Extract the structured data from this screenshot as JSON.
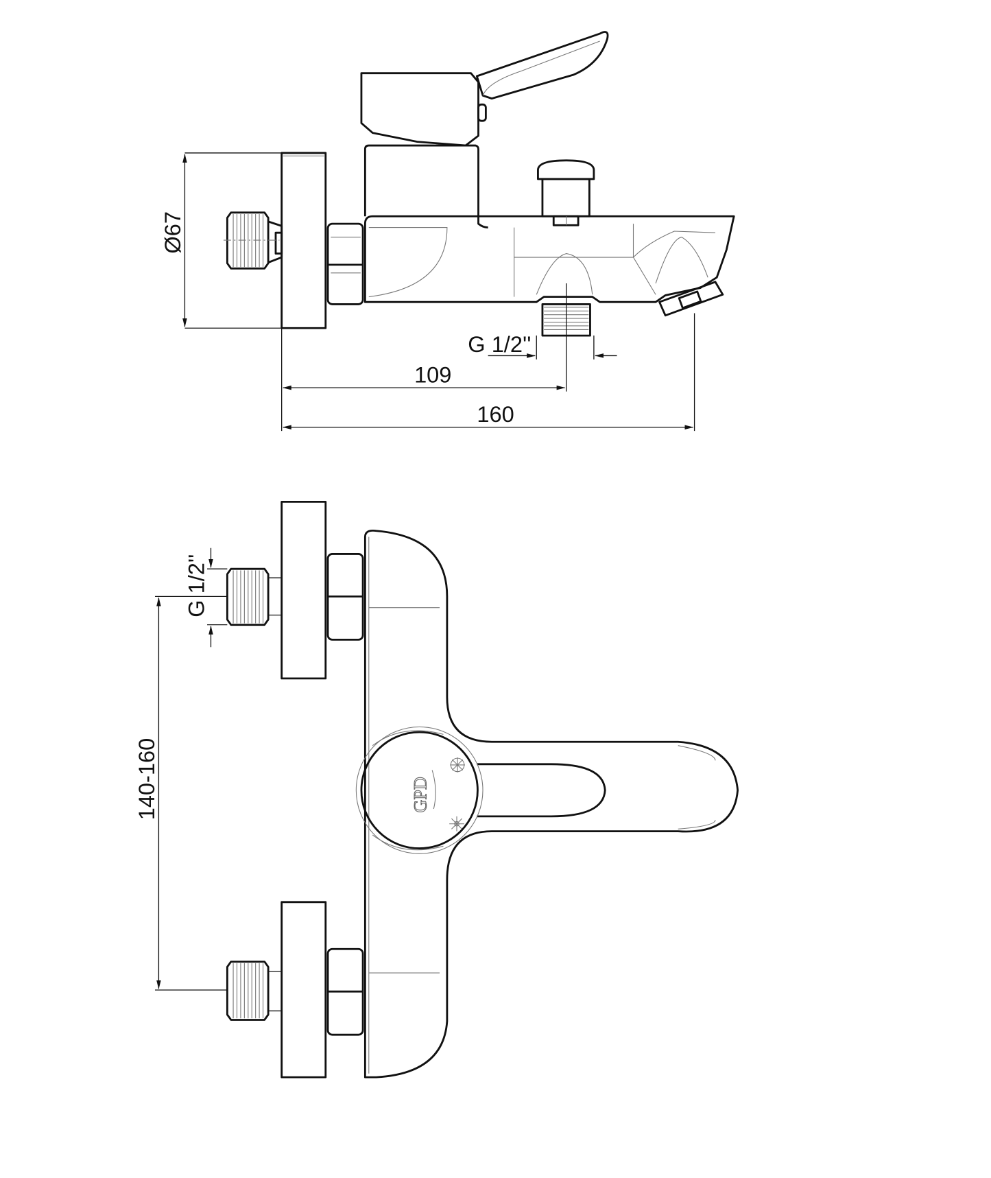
{
  "drawing": {
    "side_view": {
      "dim_flange_diameter": "Ø67",
      "dim_outlet_thread": "G 1/2''",
      "dim_outlet_distance": "109",
      "dim_spout_length": "160"
    },
    "front_view": {
      "dim_inlet_thread": "G 1/2''",
      "dim_inlet_spacing": "140-160",
      "logo": "GPD"
    },
    "colors": {
      "line": "#111111",
      "thin": "#777777",
      "background": "#ffffff"
    }
  }
}
